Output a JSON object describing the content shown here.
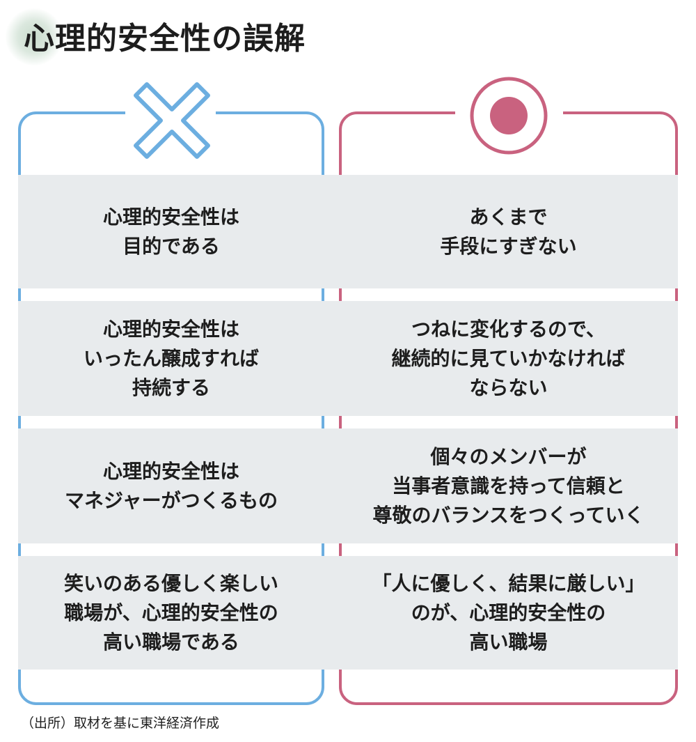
{
  "title": "心理的安全性の誤解",
  "symbols": {
    "wrong": "x-mark-icon",
    "right": "circle-mark-icon"
  },
  "colors": {
    "wrong": "#6caee0",
    "right": "#c9627f",
    "band": "#e8ebed",
    "title_blob": "#cfe0d3"
  },
  "rows": [
    {
      "misconception": [
        "心理的安全性は",
        "目的である"
      ],
      "truth": [
        "あくまで",
        "手段にすぎない"
      ]
    },
    {
      "misconception": [
        "心理的安全性は",
        "いったん醸成すれば",
        "持続する"
      ],
      "truth": [
        "つねに変化するので、",
        "継続的に見ていかなければ",
        "ならない"
      ]
    },
    {
      "misconception": [
        "心理的安全性は",
        "マネジャーがつくるもの"
      ],
      "truth": [
        "個々のメンバーが",
        "当事者意識を持って信頼と",
        "尊敬のバランスをつくっていく"
      ]
    },
    {
      "misconception": [
        "笑いのある優しく楽しい",
        "職場が、心理的安全性の",
        "高い職場である"
      ],
      "truth": [
        "「人に優しく、結果に厳しい」",
        "のが、心理的安全性の",
        "高い職場"
      ]
    }
  ],
  "source": "（出所）取材を基に東洋経済作成"
}
